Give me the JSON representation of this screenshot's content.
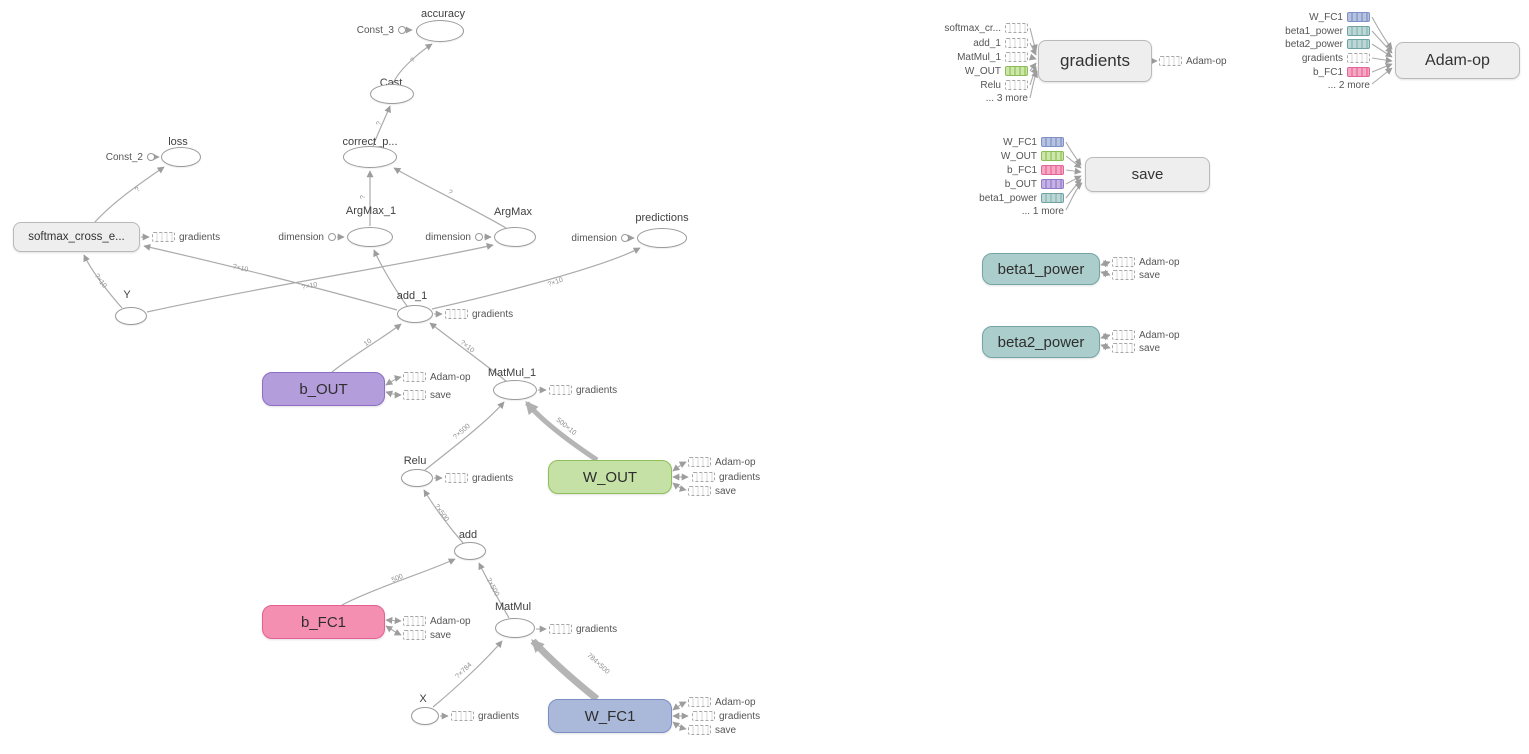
{
  "graph": {
    "ops": {
      "accuracy": "accuracy",
      "cast": "Cast",
      "correct": "correct_p...",
      "loss": "loss",
      "argmax1": "ArgMax_1",
      "argmax": "ArgMax",
      "predictions": "predictions",
      "y": "Y",
      "add1": "add_1",
      "matmul1": "MatMul_1",
      "relu": "Relu",
      "add": "add",
      "matmul": "MatMul",
      "x": "X"
    },
    "consts": {
      "const3": "Const_3",
      "const2": "Const_2",
      "dim": "dimension"
    },
    "vars": {
      "b_out": "b_OUT",
      "w_out": "W_OUT",
      "b_fc1": "b_FC1",
      "w_fc1": "W_FC1",
      "beta1": "beta1_power",
      "beta2": "beta2_power"
    },
    "aux": {
      "softmax": "softmax_cross_e...",
      "gradients": "gradients",
      "adam": "Adam-op",
      "save": "save"
    },
    "ports": {
      "gradients": "gradients",
      "adam": "Adam-op",
      "save": "save"
    },
    "gradients_inputs": [
      "softmax_cr...",
      "add_1",
      "MatMul_1",
      "W_OUT",
      "Relu",
      "... 3 more"
    ],
    "adam_inputs": [
      "W_FC1",
      "beta1_power",
      "beta2_power",
      "gradients",
      "b_FC1",
      "... 2 more"
    ],
    "save_inputs": [
      "W_FC1",
      "W_OUT",
      "b_FC1",
      "b_OUT",
      "beta1_power",
      "... 1 more"
    ],
    "edge_labels": {
      "q": "?",
      "qx10": "?×10",
      "ten": "10",
      "qx500": "?×500",
      "n500": "500",
      "qx784": "?×784",
      "wfc1_dims": "784×500",
      "wout_dims": "500×10"
    },
    "colors": {
      "purple": "#b39ddb",
      "green": "#c5e1a5",
      "pink": "#f48fb1",
      "blue": "#aab9da",
      "teal": "#abcecd",
      "aux_gray": "#eeeeee",
      "edge": "#ababab"
    }
  }
}
